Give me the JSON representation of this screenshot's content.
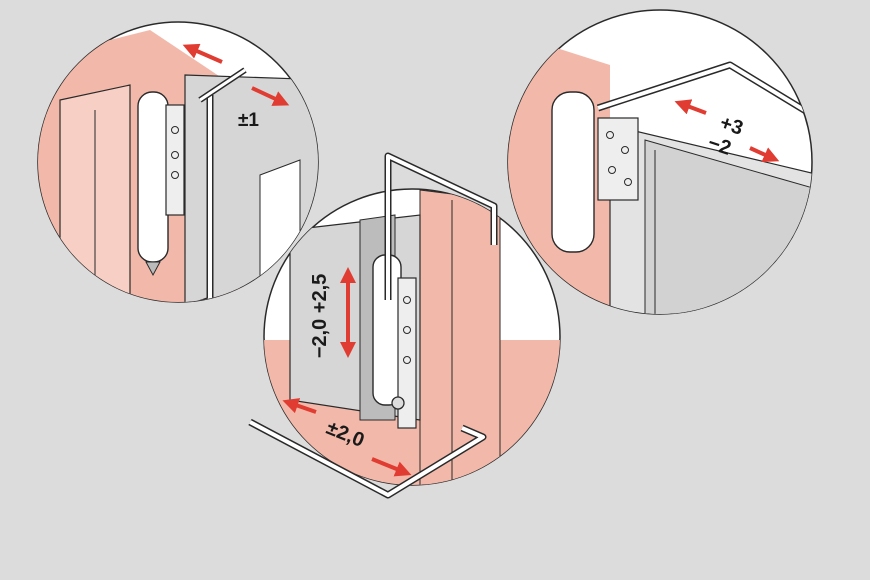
{
  "colors": {
    "background": "#dcdcdc",
    "frame_pink": "#f2b9aa",
    "arrow_red": "#e03c31",
    "line": "#2a2a2a",
    "circle_fill": "#ffffff"
  },
  "callouts": {
    "top_left": {
      "label": "±1"
    },
    "top_right": {
      "label_plus": "+3",
      "label_minus": "−2"
    },
    "bottom": {
      "label_vertical": "−2,0 +2,5",
      "label_horizontal": "±2,0"
    }
  }
}
